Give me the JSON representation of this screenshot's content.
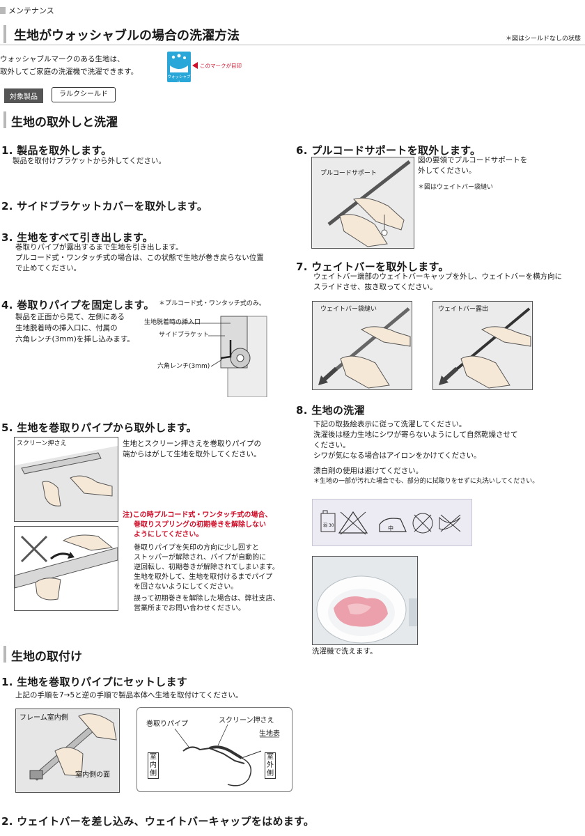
{
  "header": {
    "category": "メンテナンス",
    "title": "生地がウォッシャブルの場合の洗濯方法",
    "note": "＊図はシールドなしの状態"
  },
  "intro": {
    "line1": "ウォッシャブルマークのある生地は、",
    "line2": "取外してご家庭の洗濯機で洗濯できます。",
    "mark_label": "ウォッシャブル",
    "mark_pointer": "このマークが目印"
  },
  "target": {
    "tag": "対象製品",
    "product": "ラルクシールド"
  },
  "section_remove": {
    "title": "生地の取外しと洗濯",
    "step1_title": "1. 製品を取外します。",
    "step1_text": "製品を取付けブラケットから外してください。",
    "step2_title": "2. サイドブラケットカバーを取外します。",
    "step3_title": "3. 生地をすべて引き出します。",
    "step3_text1": "巻取りパイプが露出するまで生地を引き出します。",
    "step3_text2": "プルコード式・ワンタッチ式の場合は、この状態で生地が巻き戻らない位置",
    "step3_text3": "で止めてください。",
    "step4_title": "4. 巻取りパイプを固定します。",
    "step4_note": "＊プルコード式・ワンタッチ式のみ。",
    "step4_text1": "製品を正面から見て、左側にある",
    "step4_text2": "生地脱着時の挿入口に、付属の",
    "step4_text3": "六角レンチ(3mm)を挿し込みます。",
    "step4_label1": "生地脱着時の挿入口",
    "step4_label2": "サイドブラケット",
    "step4_label3": "六角レンチ(3mm)",
    "step5_title": "5. 生地を巻取りパイプから取外します。",
    "step5_label": "スクリーン押さえ",
    "step5_text1": "生地とスクリーン押さえを巻取りパイプの",
    "step5_text2": "端からはがして生地を取外してください。",
    "caution1": "注)この時プルコード式・ワンタッチ式の場合、",
    "caution2": "巻取りスプリングの初期巻きを解除しない",
    "caution3": "ようにしてください。",
    "caution_text1": "巻取りパイプを矢印の方向に少し回すと",
    "caution_text2": "ストッパーが解除され、パイプが自動的に",
    "caution_text3": "逆回転し、初期巻きが解除されてしまいます。",
    "caution_text4": "生地を取外して、生地を取付けるまでパイプ",
    "caution_text5": "を回さないようにしてください。",
    "caution_text6": "誤って初期巻きを解除した場合は、弊社支店、",
    "caution_text7": "営業所までお問い合わせください。",
    "step6_title": "6. プルコードサポートを取外します。",
    "step6_label": "プルコードサポート",
    "step6_text1": "図の要領でプルコードサポートを",
    "step6_text2": "外してください。",
    "step6_note": "＊図はウェイトバー袋縫い",
    "step7_title": "7. ウェイトバーを取外します。",
    "step7_text1": "ウェイトバー端部のウェイトバーキャップを外し、ウェイトバーを横方向に",
    "step7_text2": "スライドさせ、抜き取ってください。",
    "step7_label1": "ウェイトバー袋縫い",
    "step7_label2": "ウェイトバー露出",
    "step8_title": "8. 生地の洗濯",
    "step8_text1": "下記の取扱絵表示に従って洗濯してください。",
    "step8_text2": "洗濯後は極力生地にシワが寄らないようにして自然乾燥させて",
    "step8_text3": "ください。",
    "step8_text4": "シワが気になる場合はアイロンをかけてください。",
    "step8_text5": "漂白剤の使用は避けてください。",
    "step8_text6": "＊生地の一部が汚れた場合でも、部分的に拭取りをせずに丸洗いしてください。",
    "care_iron": "中",
    "care_wash": "弱 30",
    "washer_caption": "洗濯機で洗えます。"
  },
  "section_attach": {
    "title": "生地の取付け",
    "step1_title": "1. 生地を巻取りパイプにセットします",
    "step1_text": "上記の手順を7→5と逆の手順で製品本体へ生地を取付けてください。",
    "label_frame": "フレーム室内側",
    "label_face": "室内側の面",
    "label_pipe": "巻取りパイプ",
    "label_screen": "スクリーン押さえ",
    "label_surface": "生地表",
    "label_inside": "室内側",
    "label_outside": "室外側",
    "step2_title": "2. ウェイトバーを差し込み、ウェイトバーキャップをはめます。"
  },
  "colors": {
    "caution": "#d0102b",
    "mark_bg": "#29a7d8",
    "section_bar": "#b8b8b8"
  }
}
